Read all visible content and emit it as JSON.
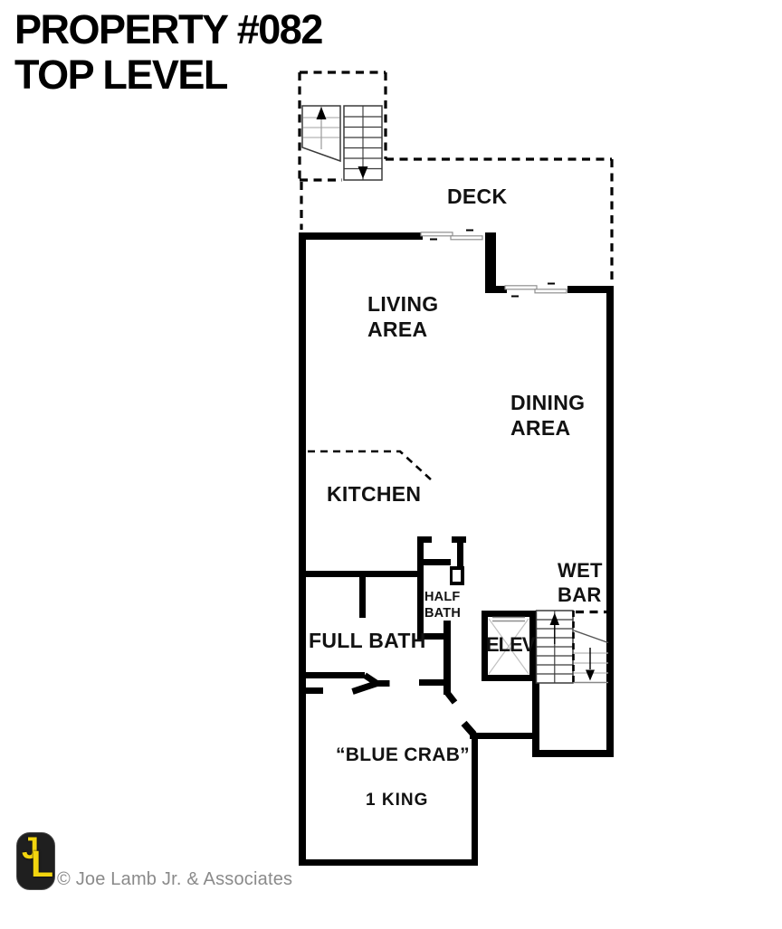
{
  "title": {
    "line1": "PROPERTY #082",
    "line2": "TOP LEVEL"
  },
  "plan": {
    "deck_label": "DECK",
    "living_area": {
      "line1": "LIVING",
      "line2": "AREA"
    },
    "dining_area": {
      "line1": "DINING",
      "line2": "AREA"
    },
    "kitchen_label": "KITCHEN",
    "full_bath_label": "FULL BATH",
    "half_bath": {
      "line1": "HALF",
      "line2": "BATH"
    },
    "wet_bar": {
      "line1": "WET",
      "line2": "BAR"
    },
    "elevator_label": "ELEV",
    "bedroom": {
      "name": "“BLUE CRAB”",
      "bedding": "1 KING"
    }
  },
  "footer": {
    "logo_j": "J",
    "logo_l": "L",
    "copyright": "© Joe Lamb Jr. & Associates"
  },
  "colors": {
    "wall": "#000000",
    "window_gray": "#909090",
    "tread_dark": "#3a3a3a",
    "tread_light": "#b5b5b5",
    "logo_bg": "#1f1f1f",
    "logo_yellow": "#f2d50f",
    "copyright_gray": "#8a8a8a"
  }
}
